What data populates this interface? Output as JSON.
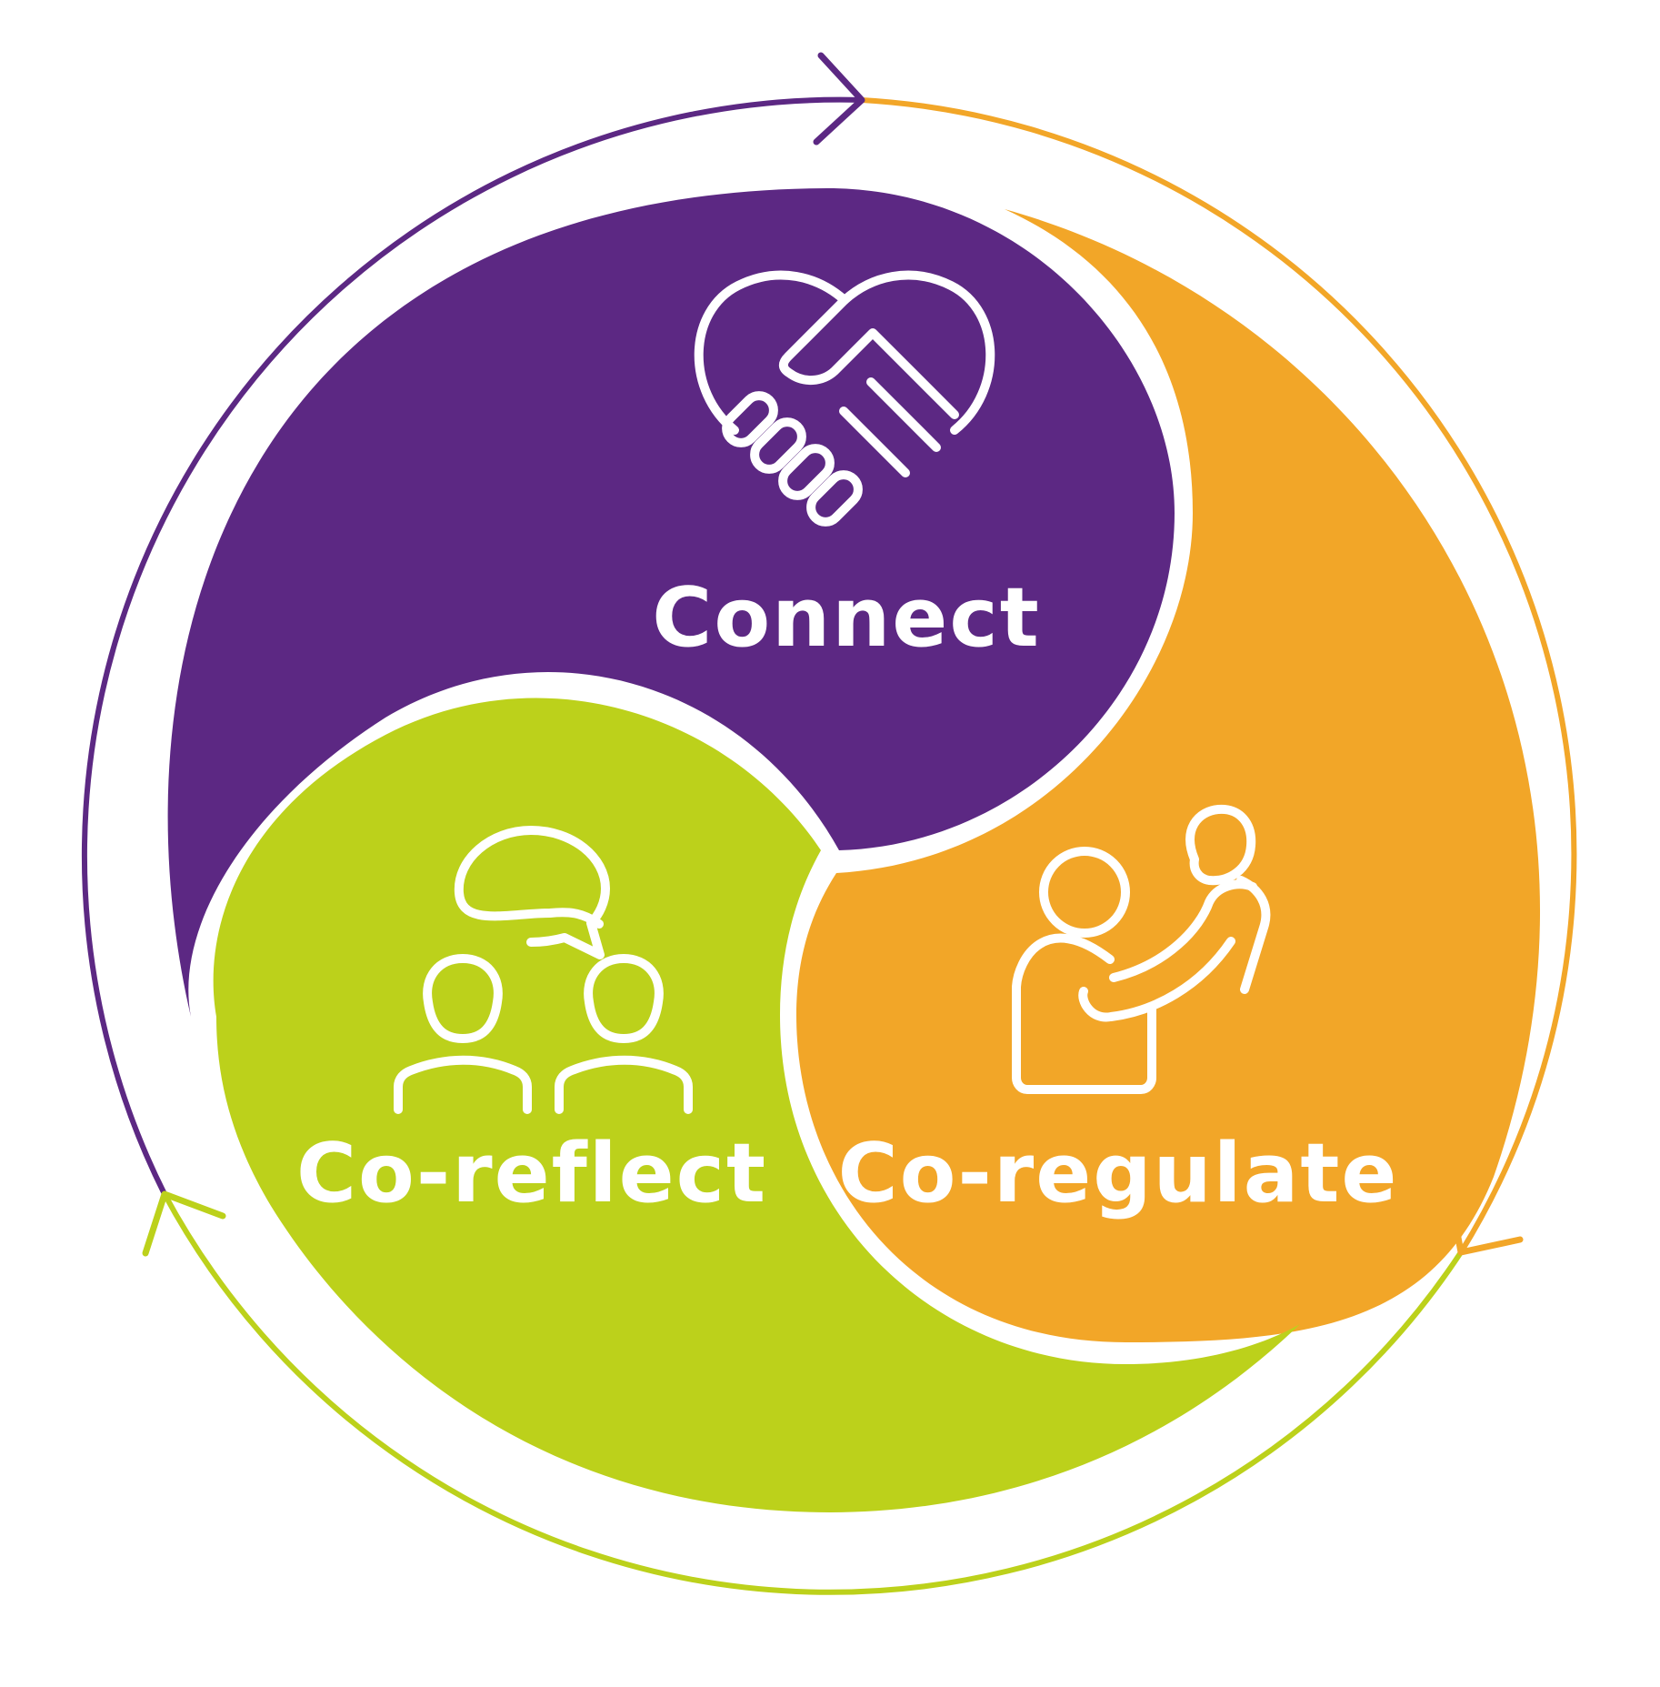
{
  "diagram": {
    "colors": {
      "connect": "#5c2883",
      "coregulate": "#f2a628",
      "coreflect": "#bcd11b",
      "background": "#ffffff",
      "icon": "#ffffff"
    },
    "segments": [
      {
        "id": "connect",
        "label": "Connect",
        "icon": "handshake-heart-icon"
      },
      {
        "id": "coregulate",
        "label": "Co-regulate",
        "icon": "adult-supporting-child-icon"
      },
      {
        "id": "coreflect",
        "label": "Co-reflect",
        "icon": "two-people-speech-bubble-icon"
      }
    ],
    "cycle": {
      "direction": "clockwise",
      "arrows": 3
    }
  }
}
